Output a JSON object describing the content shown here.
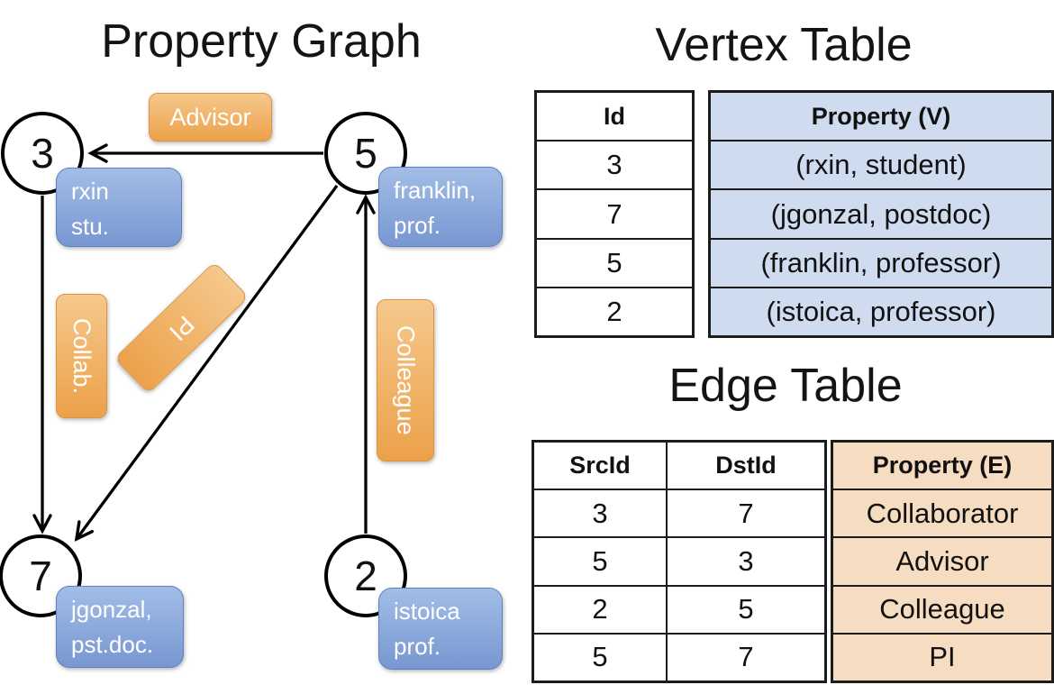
{
  "titles": {
    "graph": "Property Graph",
    "vertex_table": "Vertex Table",
    "edge_table": "Edge Table"
  },
  "graph": {
    "nodes": [
      {
        "id": "3",
        "prop_line1": "rxin",
        "prop_line2": "stu."
      },
      {
        "id": "5",
        "prop_line1": "franklin,",
        "prop_line2": "prof."
      },
      {
        "id": "7",
        "prop_line1": "jgonzal,",
        "prop_line2": "pst.doc."
      },
      {
        "id": "2",
        "prop_line1": "istoica",
        "prop_line2": "prof."
      }
    ],
    "edge_labels": {
      "advisor": "Advisor",
      "collab": "Collab.",
      "pi": "PI",
      "colleague": "Colleague"
    }
  },
  "vertex_table": {
    "headers": {
      "id": "Id",
      "property": "Property (V)"
    },
    "rows": [
      {
        "id": "3",
        "property": "(rxin, student)"
      },
      {
        "id": "7",
        "property": "(jgonzal, postdoc)"
      },
      {
        "id": "5",
        "property": "(franklin, professor)"
      },
      {
        "id": "2",
        "property": "(istoica, professor)"
      }
    ]
  },
  "edge_table": {
    "headers": {
      "src": "SrcId",
      "dst": "DstId",
      "property": "Property (E)"
    },
    "rows": [
      {
        "src": "3",
        "dst": "7",
        "property": "Collaborator"
      },
      {
        "src": "5",
        "dst": "3",
        "property": "Advisor"
      },
      {
        "src": "2",
        "dst": "5",
        "property": "Colleague"
      },
      {
        "src": "5",
        "dst": "7",
        "property": "PI"
      }
    ]
  },
  "colors": {
    "orange_gradient_top": "#f5c88c",
    "orange_gradient_bottom": "#eca14a",
    "orange_border": "#de9340",
    "blue_gradient_top": "#a2bde6",
    "blue_gradient_bottom": "#7897d1",
    "blue_border": "#5d81c1",
    "vertex_property_cell": "#cfdcf0",
    "edge_property_cell": "#f6dcc1",
    "line_color": "#000000"
  }
}
